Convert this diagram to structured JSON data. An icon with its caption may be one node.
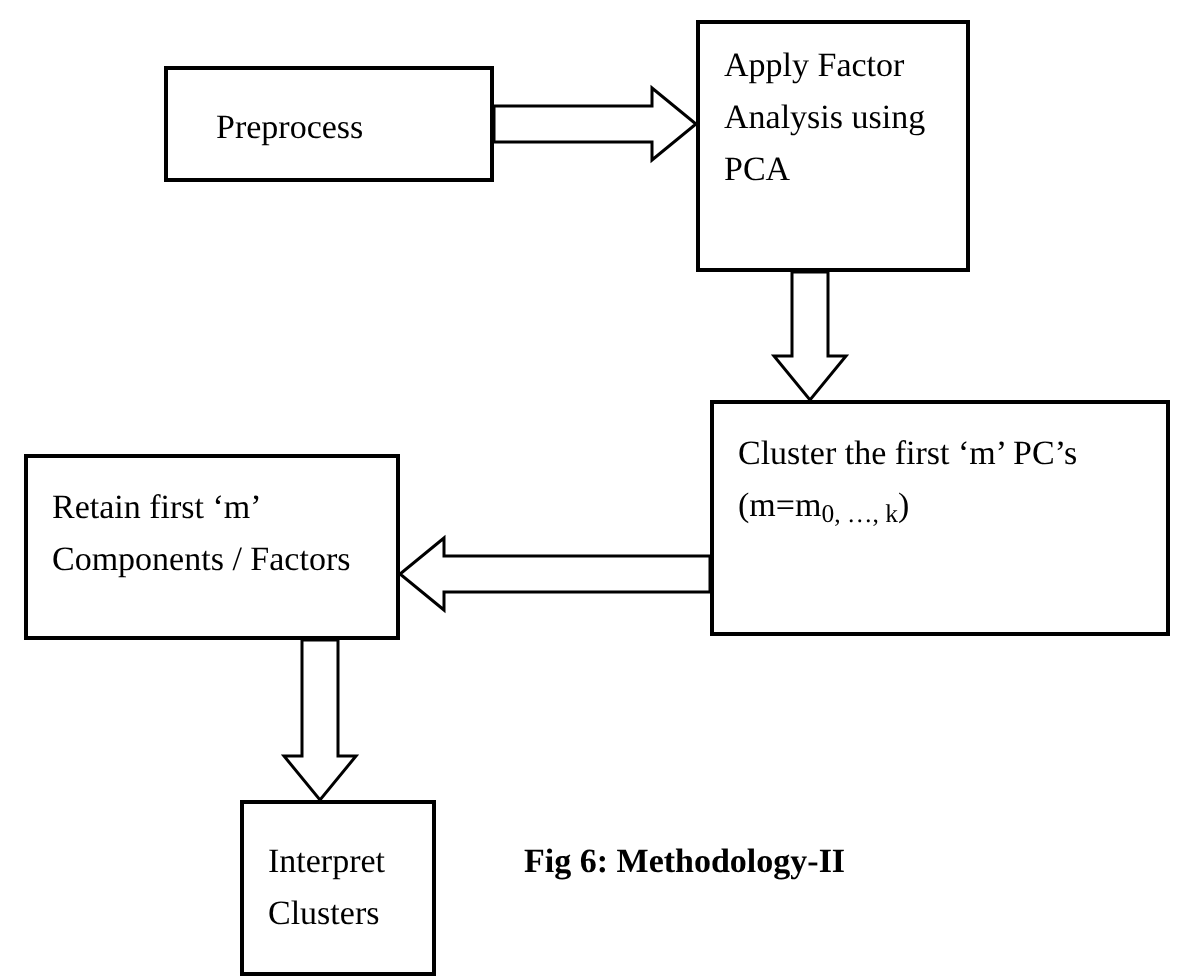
{
  "diagram": {
    "caption": "Fig 6: Methodology-II",
    "nodes": [
      {
        "text": [
          "Preprocess"
        ]
      },
      {
        "text": [
          "Apply Factor Analysis using PCA"
        ]
      },
      {
        "text": [
          "Cluster the first ‘m’ PC’s (m=m$_{0, …, k}$)"
        ]
      },
      {
        "text": [
          "Retain first ‘m’ Components / Factors"
        ]
      },
      {
        "text": [
          "Interpret Clusters"
        ]
      }
    ],
    "edges": [
      {
        "from": 0,
        "to": 1,
        "arrow": "to"
      },
      {
        "from": 1,
        "to": 2,
        "arrow": "to"
      },
      {
        "from": 2,
        "to": 3,
        "arrow": "to"
      },
      {
        "from": 3,
        "to": 4,
        "arrow": "to"
      }
    ]
  }
}
